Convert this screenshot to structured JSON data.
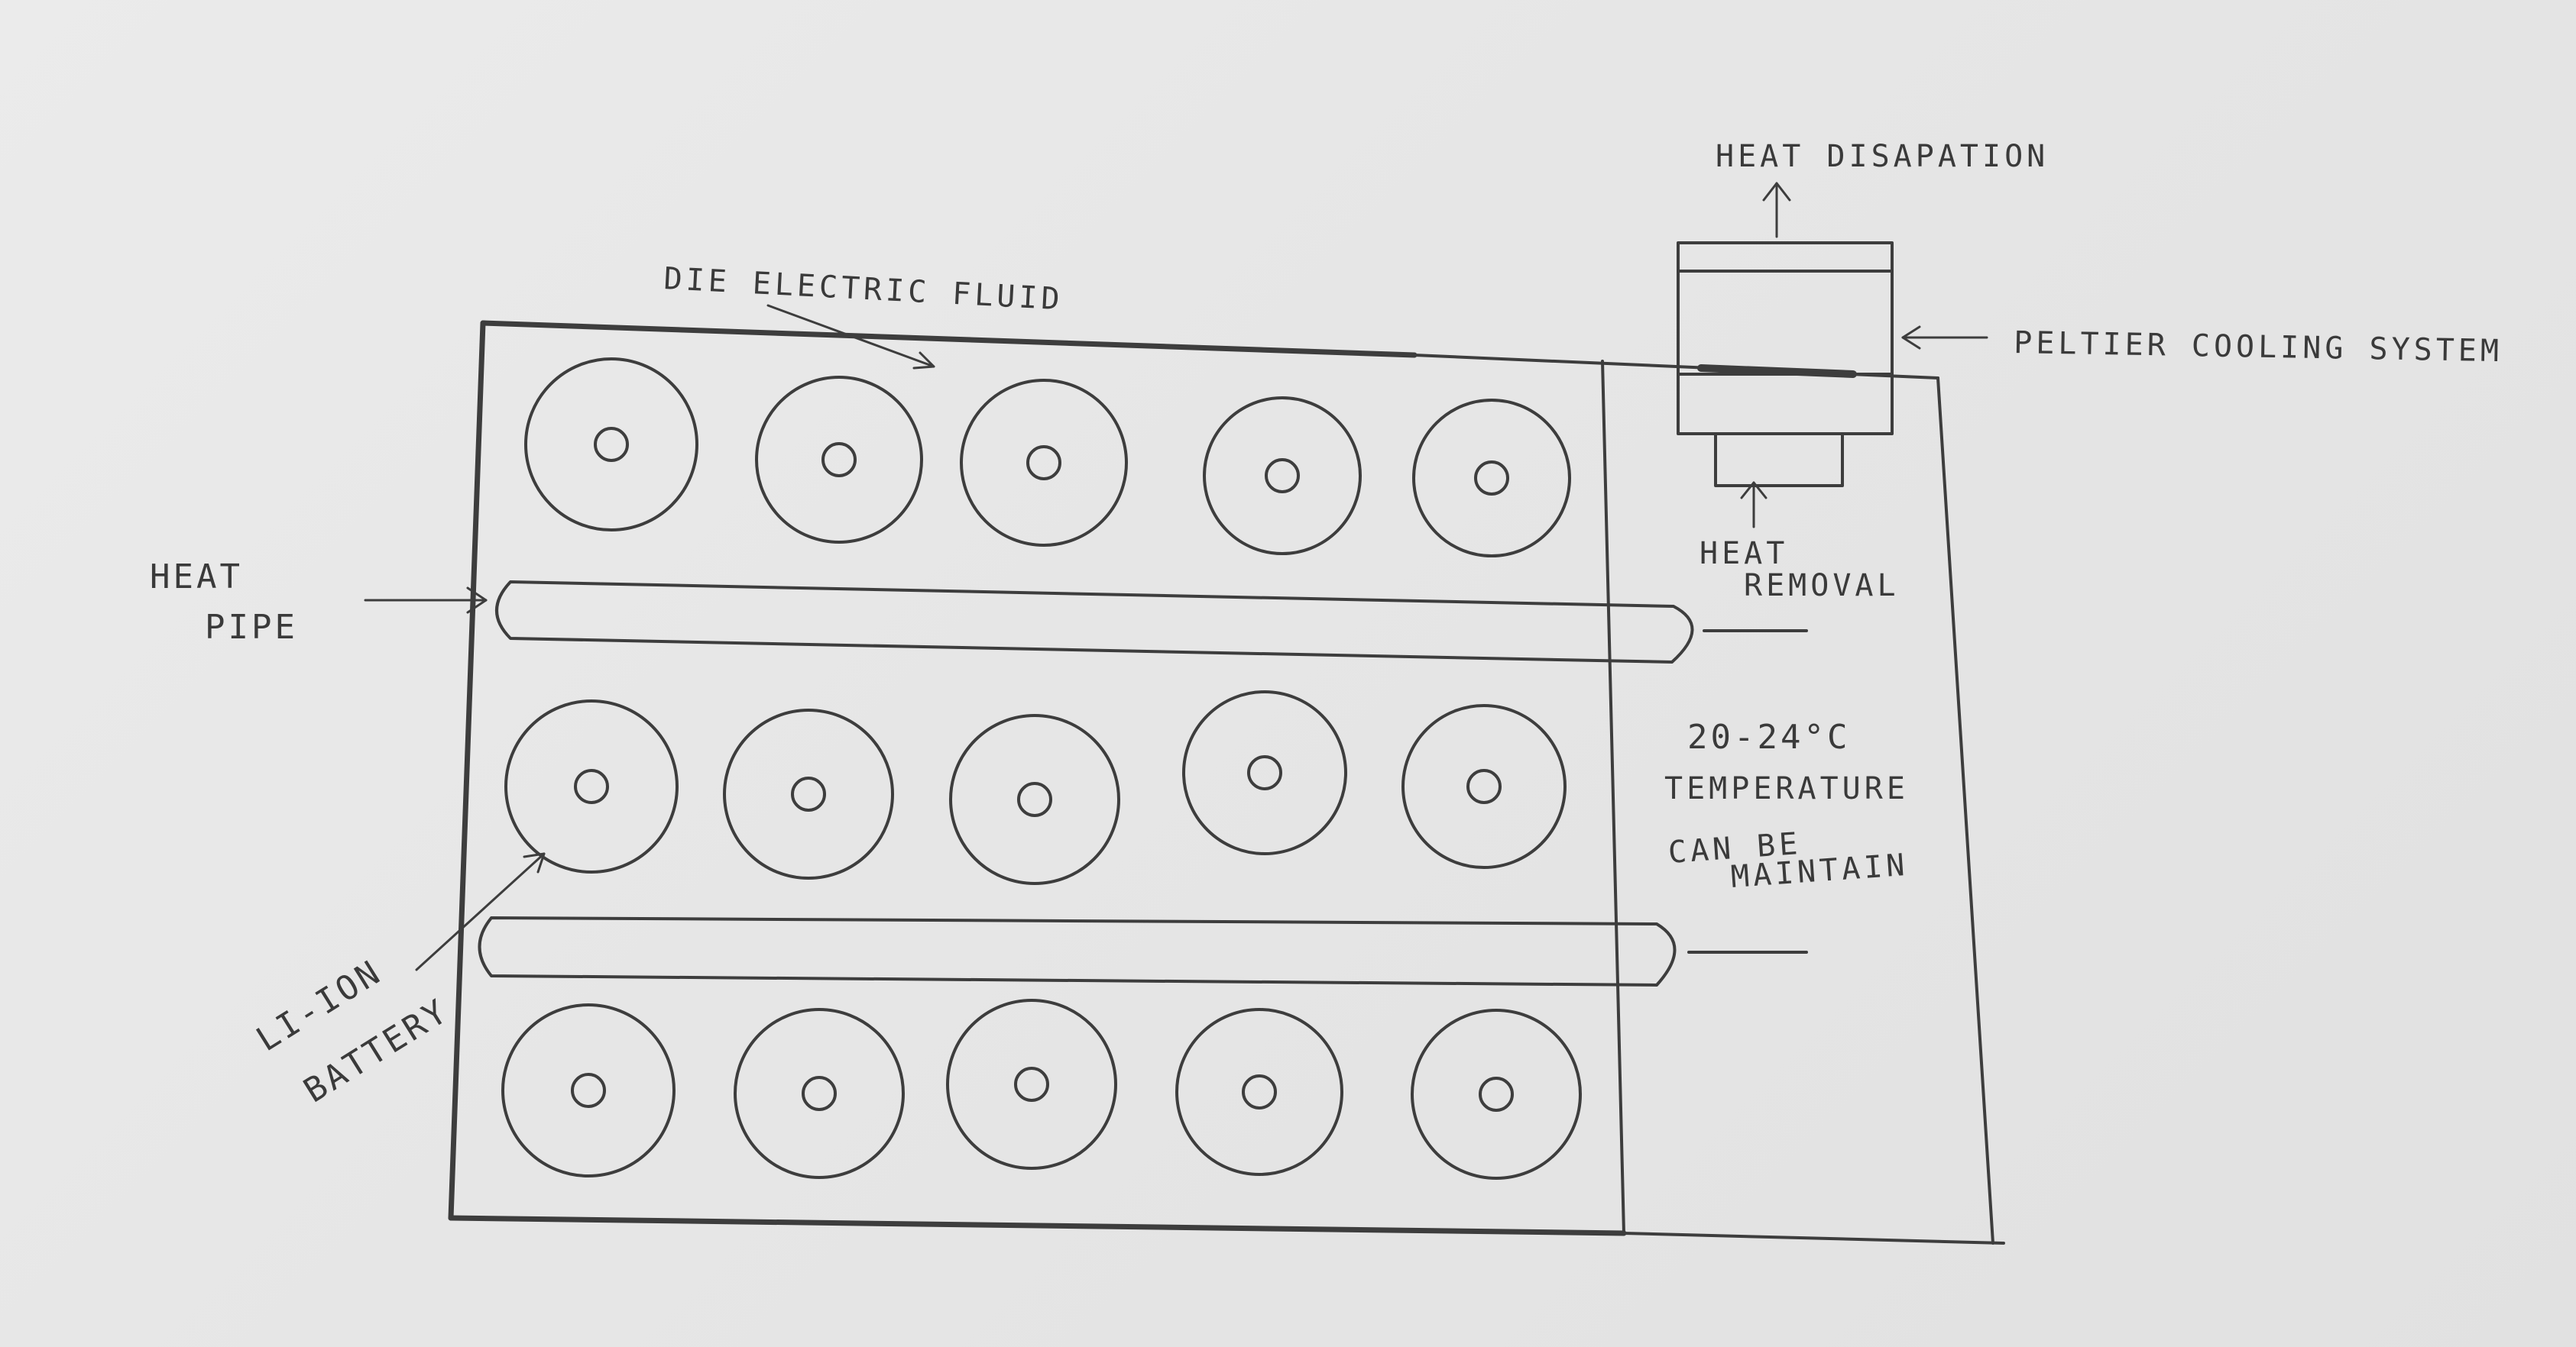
{
  "labels": {
    "heat_dissipation": "HEAT DISAPATION",
    "dielectric_fluid": "DIE ELECTRIC FLUID",
    "peltier": "PELTIER COOLING SYSTEM",
    "heat_removal_line1": "HEAT",
    "heat_removal_line2": "REMOVAL",
    "heat_pipe_line1": "HEAT",
    "heat_pipe_line2": "PIPE",
    "temp_line1": "20-24°C",
    "temp_line2": "TEMPERATURE",
    "temp_line3": "CAN BE",
    "temp_line4": "MAINTAIN",
    "battery_line1": "LI-ION",
    "battery_line2": "BATTERY"
  },
  "battery_grid": {
    "rows": 3,
    "columns": 5
  },
  "heat_pipe_count": 2
}
